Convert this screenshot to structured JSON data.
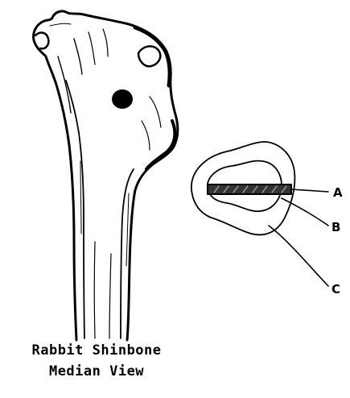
{
  "caption": {
    "line1": "Rabbit Shinbone",
    "line2": "Median View"
  },
  "cross_section": {
    "labels": [
      "A",
      "B",
      "C"
    ]
  }
}
